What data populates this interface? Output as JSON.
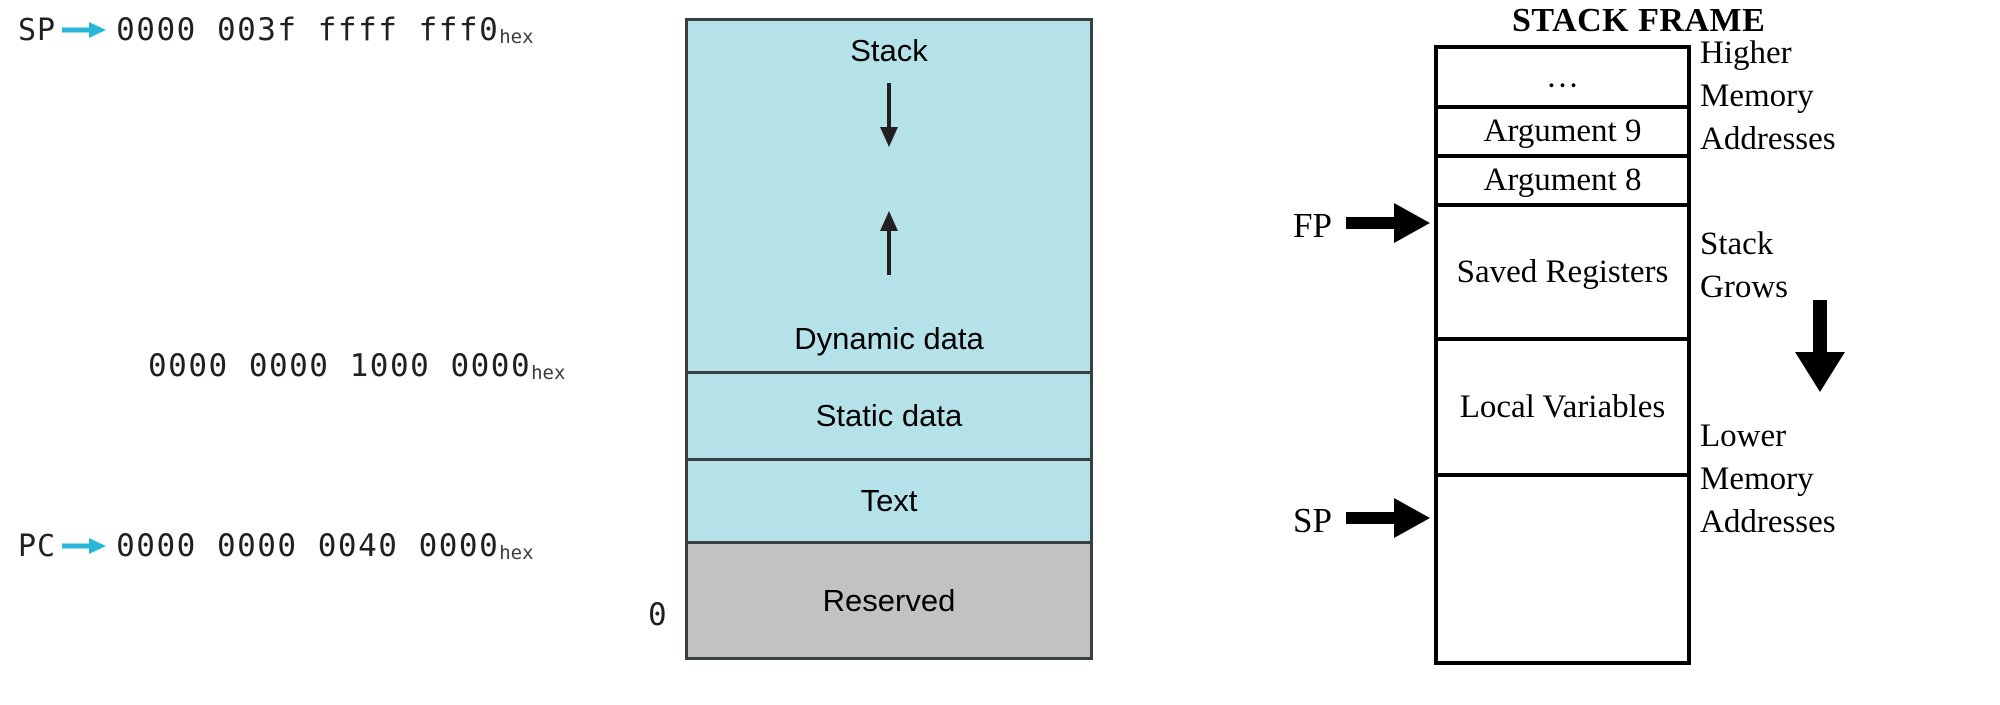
{
  "memory_map": {
    "pointers": [
      {
        "name": "SP",
        "icon": "right-arrow-icon",
        "value": "0000 003f ffff fff0",
        "subscript": "hex"
      },
      {
        "name": "",
        "icon": "",
        "value": "0000 0000 1000 0000",
        "subscript": "hex"
      },
      {
        "name": "PC",
        "icon": "right-arrow-icon",
        "value": "0000 0000 0040 0000",
        "subscript": "hex"
      }
    ],
    "base_label": "0",
    "segments": [
      {
        "id": "stack",
        "label": "Stack",
        "fill": "#b5e2e8"
      },
      {
        "id": "dynamic-data",
        "label": "Dynamic data",
        "fill": "#b5e2e8"
      },
      {
        "id": "static-data",
        "label": "Static data",
        "fill": "#b5e2e8"
      },
      {
        "id": "text",
        "label": "Text",
        "fill": "#b5e2e8"
      },
      {
        "id": "reserved",
        "label": "Reserved",
        "fill": "#c2c2c2"
      }
    ],
    "arrows": [
      {
        "id": "stack-grows-down-icon",
        "direction": "down"
      },
      {
        "id": "heap-grows-up-icon",
        "direction": "up"
      }
    ],
    "colors": {
      "segment_fill": "#b5e2e8",
      "reserved_fill": "#c2c2c2",
      "border": "#3a3f41",
      "pointer_arrow": "#29b6d8"
    }
  },
  "stack_frame": {
    "title": "STACK FRAME",
    "rows": [
      {
        "id": "ellipsis",
        "label": "…"
      },
      {
        "id": "argument-9",
        "label": "Argument 9"
      },
      {
        "id": "argument-8",
        "label": "Argument 8"
      },
      {
        "id": "saved-registers",
        "label": "Saved Registers"
      },
      {
        "id": "local-variables",
        "label": "Local Variables"
      },
      {
        "id": "free-space",
        "label": ""
      }
    ],
    "pointers": [
      {
        "name": "FP",
        "icon": "thick-right-arrow-icon"
      },
      {
        "name": "SP",
        "icon": "thick-right-arrow-icon"
      }
    ],
    "side_labels": {
      "higher": "Higher\nMemory\nAddresses",
      "higher_lines": [
        "Higher",
        "Memory",
        "Addresses"
      ],
      "grows": "Stack\nGrows",
      "grows_lines": [
        "Stack",
        "Grows"
      ],
      "lower": "Lower\nMemory\nAddresses",
      "lower_lines": [
        "Lower",
        "Memory",
        "Addresses"
      ]
    },
    "grow_arrow_icon": "thick-down-arrow-icon",
    "colors": {
      "border": "#000000",
      "fill": "#ffffff"
    }
  }
}
